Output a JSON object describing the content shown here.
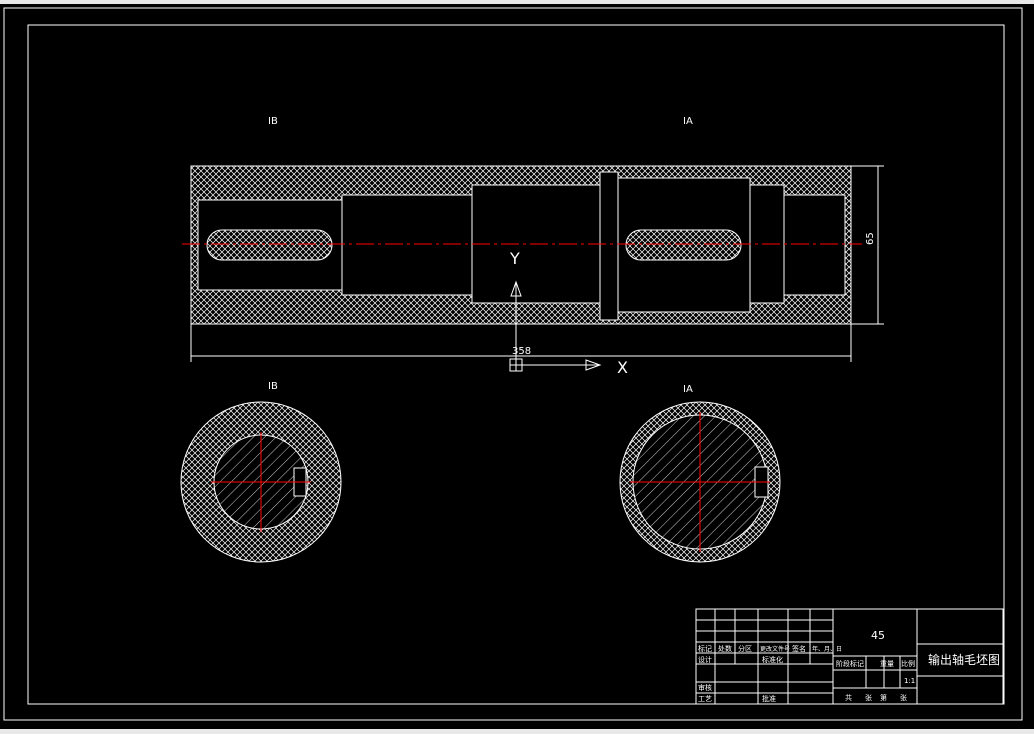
{
  "drawing": {
    "section_label_b_top": "IB",
    "section_label_a_top": "IA",
    "section_label_b_bottom": "IB",
    "section_label_a_bottom": "IA",
    "dim_length": "358",
    "dim_diameter": "65",
    "ucs_x": "X",
    "ucs_y": "Y"
  },
  "title_block": {
    "material": "45",
    "title": "输出轴毛坯图",
    "scale": "1:1",
    "row1": [
      "标记",
      "处数",
      "分区",
      "更改文件号",
      "签名",
      "年、月、日"
    ],
    "row2": [
      "设计",
      "标准化"
    ],
    "row3": [
      "审核"
    ],
    "row4": [
      "工艺",
      "批准"
    ],
    "stage_headers": [
      "阶段标记",
      "重量",
      "比例"
    ],
    "sheet_row": [
      "共",
      "张",
      "第",
      "张"
    ]
  },
  "colors": {
    "background": "#000000",
    "lines": "#ffffff",
    "centerline": "#ff0000"
  }
}
